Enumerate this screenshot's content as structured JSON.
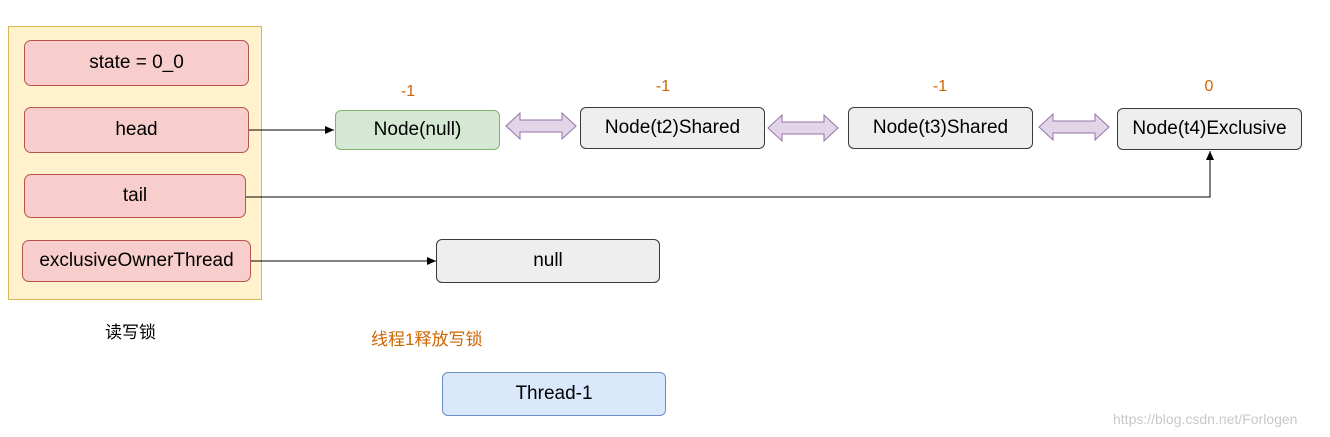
{
  "lock_panel": {
    "fields": {
      "state": "state = 0_0",
      "head": "head",
      "tail": "tail",
      "owner": "exclusiveOwnerThread"
    },
    "caption": "读写锁"
  },
  "queue": {
    "nodes": [
      {
        "label": "Node(null)",
        "wait_status": "-1"
      },
      {
        "label": "Node(t2)Shared",
        "wait_status": "-1"
      },
      {
        "label": "Node(t3)Shared",
        "wait_status": "-1"
      },
      {
        "label": "Node(t4)Exclusive",
        "wait_status": "0"
      }
    ]
  },
  "owner_value": "null",
  "annotation": "线程1释放写锁",
  "thread": "Thread-1",
  "watermark": "https://blog.csdn.net/Forlogen",
  "colors": {
    "panel_fill": "#fff2cc",
    "field_fill": "#f8cecc",
    "head_node_fill": "#d5e8d4",
    "node_fill": "#eeeeee",
    "thread_fill": "#dae8fc",
    "double_arrow_fill": "#e1d5e7",
    "status_text": "#cc6600"
  }
}
